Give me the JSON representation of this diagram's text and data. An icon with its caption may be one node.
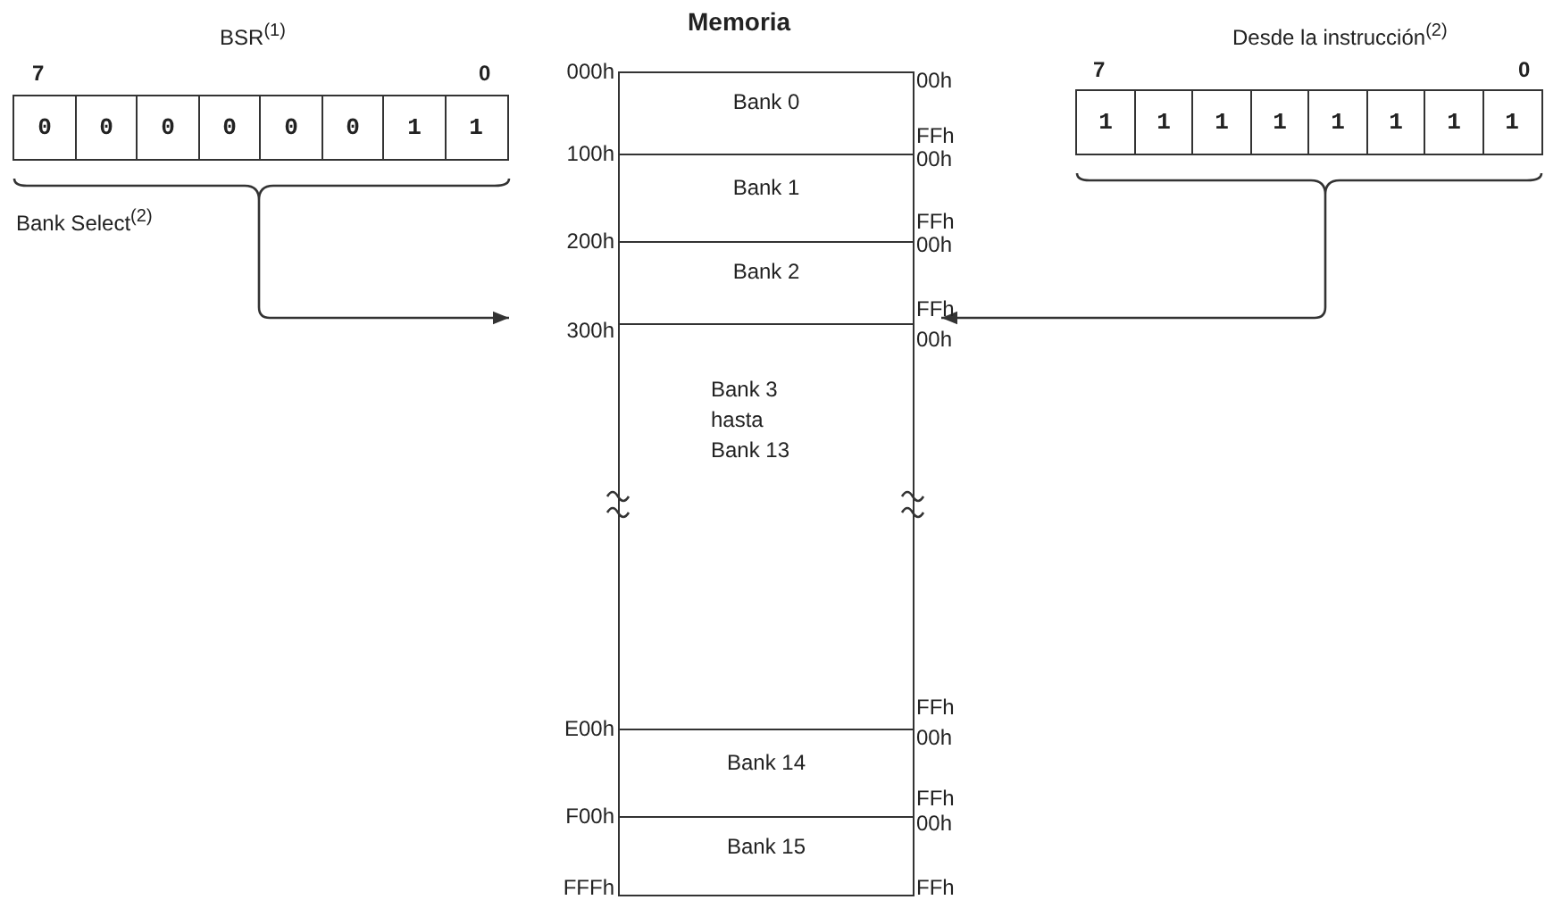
{
  "diagram": {
    "nodes": [
      {
        "text": [
          "BSR$^{(1)}$"
        ],
        "beside": [
          "Bank Select$^{(2)}$"
        ]
      },
      {
        "text": [
          "0"
        ],
        "in": 0
      },
      {
        "text": [
          "0"
        ],
        "in": 0
      },
      {
        "text": [
          "0"
        ],
        "in": 0
      },
      {
        "text": [
          "0"
        ],
        "in": 0
      },
      {
        "text": [
          "0"
        ],
        "in": 0
      },
      {
        "text": [
          "0"
        ],
        "in": 0
      },
      {
        "text": [
          "1"
        ],
        "in": 0
      },
      {
        "text": [
          "1"
        ],
        "in": 0
      },
      {
        "text": [
          "Desde la instrucción$^{(2)}$"
        ]
      },
      {
        "text": [
          "1"
        ],
        "in": 9
      },
      {
        "text": [
          "1"
        ],
        "in": 9
      },
      {
        "text": [
          "1"
        ],
        "in": 9
      },
      {
        "text": [
          "1"
        ],
        "in": 9
      },
      {
        "text": [
          "1"
        ],
        "in": 9
      },
      {
        "text": [
          "1"
        ],
        "in": 9
      },
      {
        "text": [
          "1"
        ],
        "in": 9
      },
      {
        "text": [
          "1"
        ],
        "in": 9
      },
      {
        "text": [
          "Memoria"
        ]
      },
      {
        "text": [
          "Bank 0"
        ],
        "in": 18
      },
      {
        "text": [
          "Bank 1"
        ],
        "in": 18
      },
      {
        "text": [
          "Bank 2"
        ],
        "in": 18
      },
      {
        "text": [
          "Bank 3 hasta Bank 13"
        ],
        "in": 18
      },
      {
        "text": [
          "Bank 14"
        ],
        "in": 18
      },
      {
        "text": [
          "Bank 15"
        ],
        "in": 18
      }
    ],
    "edges": [
      {
        "from": 0,
        "to": 18,
        "arrow": "to"
      },
      {
        "from": 9,
        "to": 18,
        "arrow": "to"
      }
    ],
    "labels": [
      "7",
      "0",
      "000h",
      "00h",
      "7",
      "0",
      "100h",
      "FFh",
      "00h",
      "200h",
      "FFh",
      "00h",
      "FFh",
      "300h",
      "00h",
      "FFh",
      "E00h",
      "00h",
      "FFh",
      "F00h",
      "00h",
      "FFFh",
      "FFh"
    ]
  }
}
